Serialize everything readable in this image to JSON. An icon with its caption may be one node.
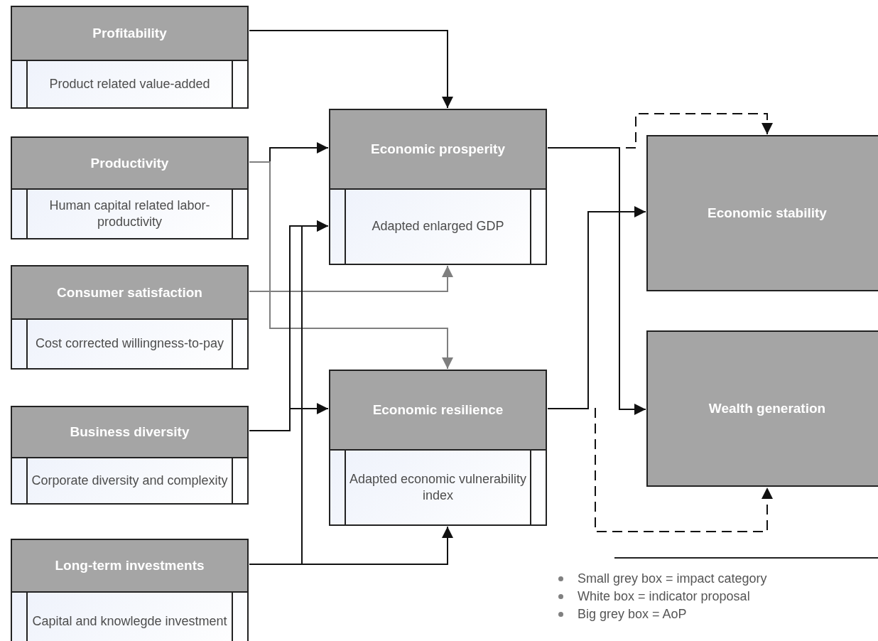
{
  "diagram": {
    "nodes": [
      {
        "text": [
          "Profitability",
          "Product related value-added"
        ]
      },
      {
        "text": [
          "Productivity",
          "Human capital related labor-productivity"
        ]
      },
      {
        "text": [
          "Consumer satisfaction",
          "Cost corrected willingness-to-pay"
        ]
      },
      {
        "text": [
          "Business diversity",
          "Corporate diversity and complexity"
        ]
      },
      {
        "text": [
          "Long-term investments",
          "Capital and knowlegde investment"
        ]
      },
      {
        "text": [
          "Economic prosperity",
          "Adapted enlarged GDP"
        ]
      },
      {
        "text": [
          "Economic resilience",
          "Adapted economic vulnerability index"
        ]
      },
      {
        "text": [
          "Economic stability"
        ]
      },
      {
        "text": [
          "Wealth generation"
        ]
      }
    ],
    "edges": [
      {
        "from": 0,
        "to": 5,
        "arrow": "to"
      },
      {
        "from": 1,
        "to": 5,
        "arrow": "to"
      },
      {
        "from": 1,
        "to": 6,
        "arrow": "to",
        "color": "#7f7f7f"
      },
      {
        "from": 2,
        "to": 5,
        "arrow": "to",
        "color": "#7f7f7f"
      },
      {
        "from": 3,
        "to": 5,
        "arrow": "to"
      },
      {
        "from": 3,
        "to": 6,
        "arrow": "to"
      },
      {
        "from": 4,
        "to": 5,
        "arrow": "to"
      },
      {
        "from": 4,
        "to": 6,
        "arrow": "to"
      },
      {
        "from": 5,
        "to": 8,
        "arrow": "to"
      },
      {
        "from": 5,
        "to": 7,
        "arrow": "to",
        "style": "dashed"
      },
      {
        "from": 6,
        "to": 7,
        "arrow": "to"
      },
      {
        "from": 6,
        "to": 8,
        "arrow": "to",
        "style": "dashed"
      }
    ],
    "legend": [
      {
        "text": "Small grey box = impact category"
      },
      {
        "text": "White box = indicator proposal"
      },
      {
        "text": "Big grey box = AoP"
      }
    ]
  }
}
